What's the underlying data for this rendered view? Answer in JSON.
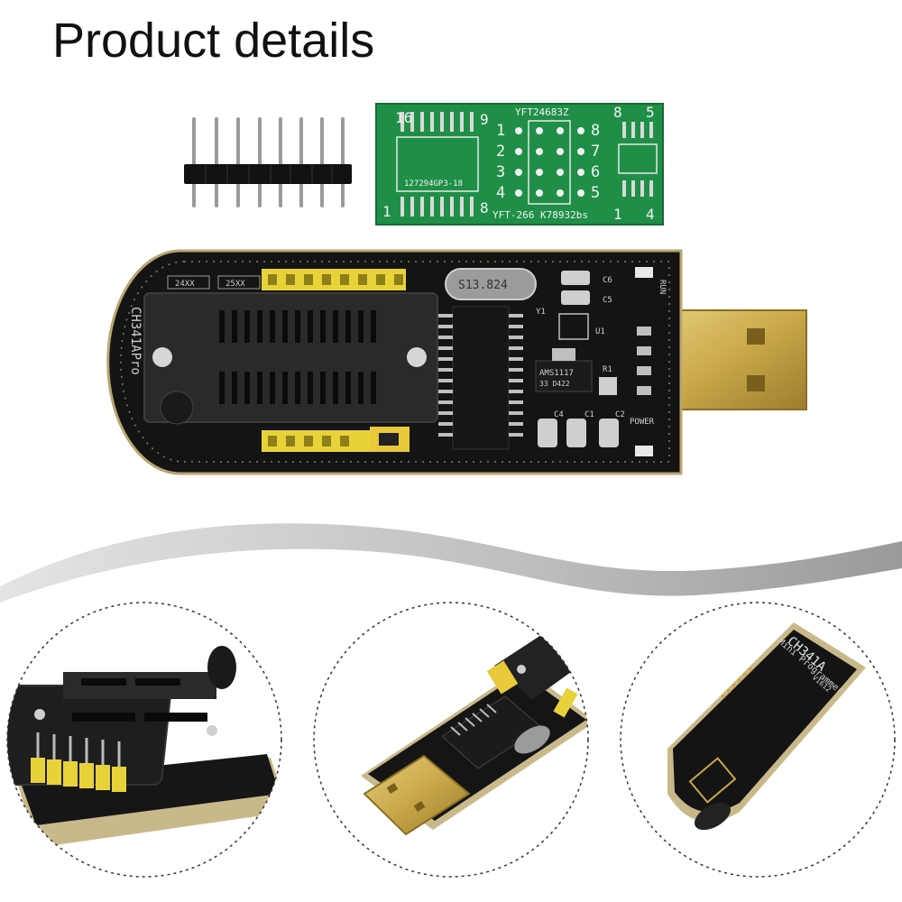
{
  "header": {
    "title": "Product details"
  },
  "adapter_board": {
    "top_label": "YFT24683Z",
    "chip_label": "127294GP3-18",
    "bottom_label": "YFT-266 K78932bs",
    "pin_16": "16",
    "pin_9": "9",
    "pin_1": "1",
    "pin_8": "8",
    "grid_left": [
      "1",
      "2",
      "3",
      "4"
    ],
    "grid_right": [
      "8",
      "7",
      "6",
      "5"
    ],
    "right_8": "8",
    "right_5": "5",
    "right_1": "1",
    "right_4": "4"
  },
  "programmer": {
    "side_label": "CH341APro",
    "label_24xx": "24XX",
    "label_25xx": "25XX",
    "crystal_label": "S13.824",
    "regulator_label": "AMS1117",
    "regulator_sub": "33  D422",
    "run_label": "RUN",
    "power_label": "POWER",
    "c6": "C6",
    "c5": "C5",
    "y1": "Y1",
    "u1": "U1",
    "r1": "R1",
    "c4": "C4",
    "c1": "C1",
    "c2": "C2"
  },
  "detail_right": {
    "chip_label": "CH341A",
    "line1": "Mini Programmer",
    "version": "V1612"
  },
  "colors": {
    "pcb_green": "#1f8f47",
    "pcb_black": "#141414",
    "gold": "#c9a84a",
    "header_yellow": "#e8d23a",
    "wave_gray": "#c8c8c8"
  }
}
